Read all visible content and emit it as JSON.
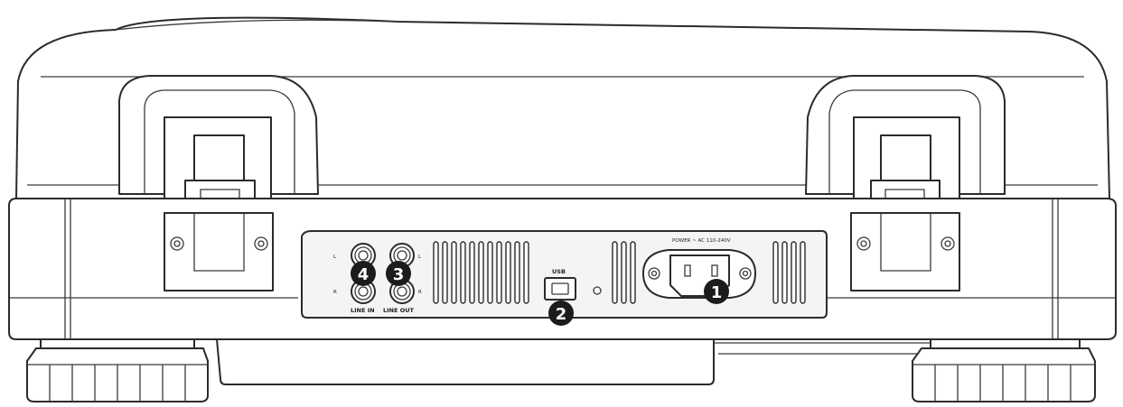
{
  "labels": {
    "usb": "USB",
    "power": "POWER ~ AC 110-240V",
    "line_in": "LINE IN",
    "line_out": "LINE OUT",
    "left_in": "L",
    "right_in": "R",
    "left_out": "L",
    "right_out": "R"
  },
  "callouts": [
    {
      "id": "power-inlet",
      "number": "1"
    },
    {
      "id": "usb-port",
      "number": "2"
    },
    {
      "id": "line-out",
      "number": "3"
    },
    {
      "id": "line-in",
      "number": "4"
    }
  ]
}
